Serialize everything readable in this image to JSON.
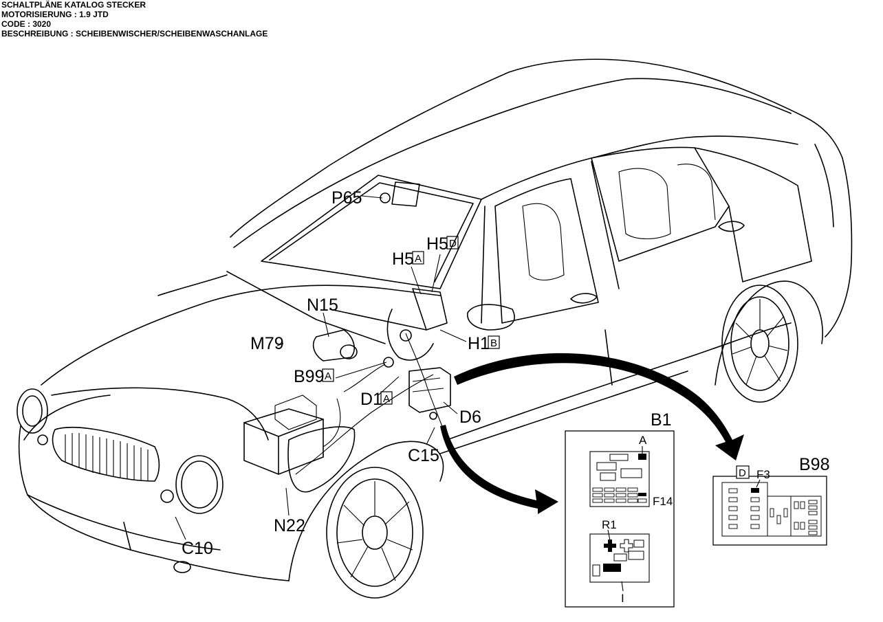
{
  "header": {
    "line1": "SCHALTPLÄNE KATALOG STECKER",
    "line2": "MOTORISIERUNG : 1.9 JTD",
    "line3": "CODE : 3020",
    "line4": "BESCHREIBUNG : SCHEIBENWISCHER/SCHEIBENWASCHANLAGE"
  },
  "labels": {
    "p65": "P65",
    "h5a": "H5",
    "h5a_box": "A",
    "h5d": "H5",
    "h5d_box": "D",
    "n15": "N15",
    "m79": "M79",
    "h1b": "H1",
    "h1b_box": "B",
    "b99a": "B99",
    "b99a_box": "A",
    "d1a": "D1",
    "d1a_box": "A",
    "d6": "D6",
    "c15": "C15",
    "n22": "N22",
    "c10": "C10"
  },
  "inset_b1": {
    "title": "B1",
    "connector_a": "A",
    "fuse_f14": "F14",
    "relay_r1": "R1",
    "relay_note": "I"
  },
  "inset_b98": {
    "title": "B98",
    "connector_box": "D",
    "fuse_f3": "F3"
  }
}
